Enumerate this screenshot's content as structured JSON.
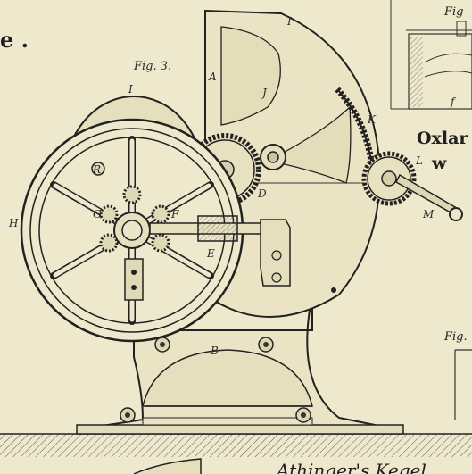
{
  "page": {
    "heading_top_left": "e .",
    "right_heading_line1": "Oxlar",
    "right_heading_line2": "w",
    "fig_top_right": "Fig",
    "fig_mid_right": "Fig.",
    "bottom_text": "Athinger's Kegel",
    "figure_caption": "Fig. 3.",
    "labels": {
      "I_top": "I",
      "I_wheel": "I",
      "A": "A",
      "J": "J",
      "K": "K",
      "L": "L",
      "M": "M",
      "D": "D",
      "H": "H",
      "R": "R",
      "G": "G",
      "F": "F",
      "E": "E",
      "B": "B",
      "f": "f"
    }
  }
}
